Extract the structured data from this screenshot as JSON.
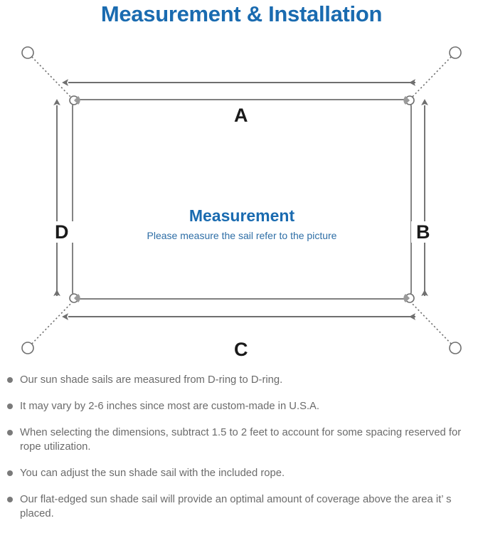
{
  "page": {
    "title": "Measurement & Installation",
    "title_color": "#1a6bb0",
    "background": "#ffffff"
  },
  "diagram": {
    "name": "sun-shade-sail-measurement-diagram",
    "sail": {
      "center_title": "Measurement",
      "center_subtitle": "Please measure the sail refer to the picture",
      "title_color": "#1a6bb0",
      "subtitle_color": "#2e6ea6",
      "edge_color": "#6f6f6f"
    },
    "dimension_labels": [
      {
        "id": "a",
        "label": "A",
        "position": "top",
        "orientation": "horizontal"
      },
      {
        "id": "b",
        "label": "B",
        "position": "right",
        "orientation": "vertical"
      },
      {
        "id": "c",
        "label": "C",
        "position": "bottom",
        "orientation": "horizontal"
      },
      {
        "id": "d",
        "label": "D",
        "position": "left",
        "orientation": "vertical"
      }
    ],
    "anchor_points": [
      {
        "id": "top-left",
        "shape": "circle"
      },
      {
        "id": "top-right",
        "shape": "circle"
      },
      {
        "id": "bottom-left",
        "shape": "circle"
      },
      {
        "id": "bottom-right",
        "shape": "circle"
      }
    ],
    "d_rings": [
      {
        "id": "top-left"
      },
      {
        "id": "top-right"
      },
      {
        "id": "bottom-left"
      },
      {
        "id": "bottom-right"
      }
    ],
    "arrow_color": "#6f6f6f",
    "rope_style": "dotted"
  },
  "notes": [
    {
      "text": "Our sun shade sails are measured from D-ring to D-ring."
    },
    {
      "text": "It may vary by 2-6 inches since most are custom-made in U.S.A."
    },
    {
      "text": "When selecting the dimensions, subtract 1.5 to 2 feet to account for some spacing reserved for rope utilization."
    },
    {
      "text": "You can adjust the sun shade sail with the included rope."
    },
    {
      "text": "Our flat-edged sun shade sail will provide an optimal amount of coverage above the area it’ s placed."
    }
  ]
}
